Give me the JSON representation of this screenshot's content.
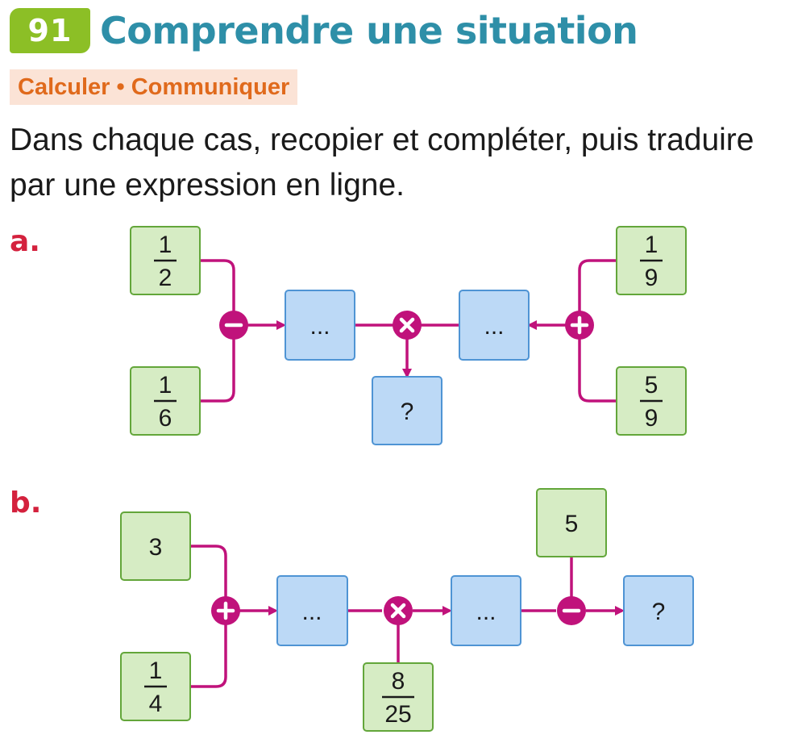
{
  "exercise": {
    "number": "91",
    "title": "Comprendre une situation",
    "skills": "Calculer • Communiquer",
    "instruction_line1": "Dans chaque cas, recopier et compléter, puis traduire",
    "instruction_line2": "par une expression en ligne."
  },
  "part_a": {
    "label": "a.",
    "inputs": {
      "top_left": {
        "numerator": "1",
        "denominator": "2"
      },
      "bottom_left": {
        "numerator": "1",
        "denominator": "6"
      },
      "top_right": {
        "numerator": "1",
        "denominator": "9"
      },
      "bottom_right": {
        "numerator": "5",
        "denominator": "9"
      }
    },
    "operations": {
      "left": "minus",
      "center": "times",
      "right": "plus"
    },
    "blanks": {
      "left": "...",
      "right": "..."
    },
    "result": "?"
  },
  "part_b": {
    "label": "b.",
    "inputs": {
      "top_left": "3",
      "bottom_left": {
        "numerator": "1",
        "denominator": "4"
      },
      "bottom_center": {
        "numerator": "8",
        "denominator": "25"
      },
      "top_right": "5"
    },
    "operations": {
      "first": "plus",
      "second": "times",
      "third": "minus"
    },
    "blanks": {
      "first": "...",
      "second": "..."
    },
    "result": "?"
  },
  "colors": {
    "badge": "#8cbf26",
    "title": "#2e8fa8",
    "skills_text": "#e06a1c",
    "skills_background": "#fbe3d6",
    "part_label": "#d4213d",
    "wire": "#c0127b",
    "input_box_fill": "#d6ecc4",
    "input_box_border": "#63a63a",
    "output_box_fill": "#bcd9f6",
    "output_box_border": "#4f94d4"
  }
}
